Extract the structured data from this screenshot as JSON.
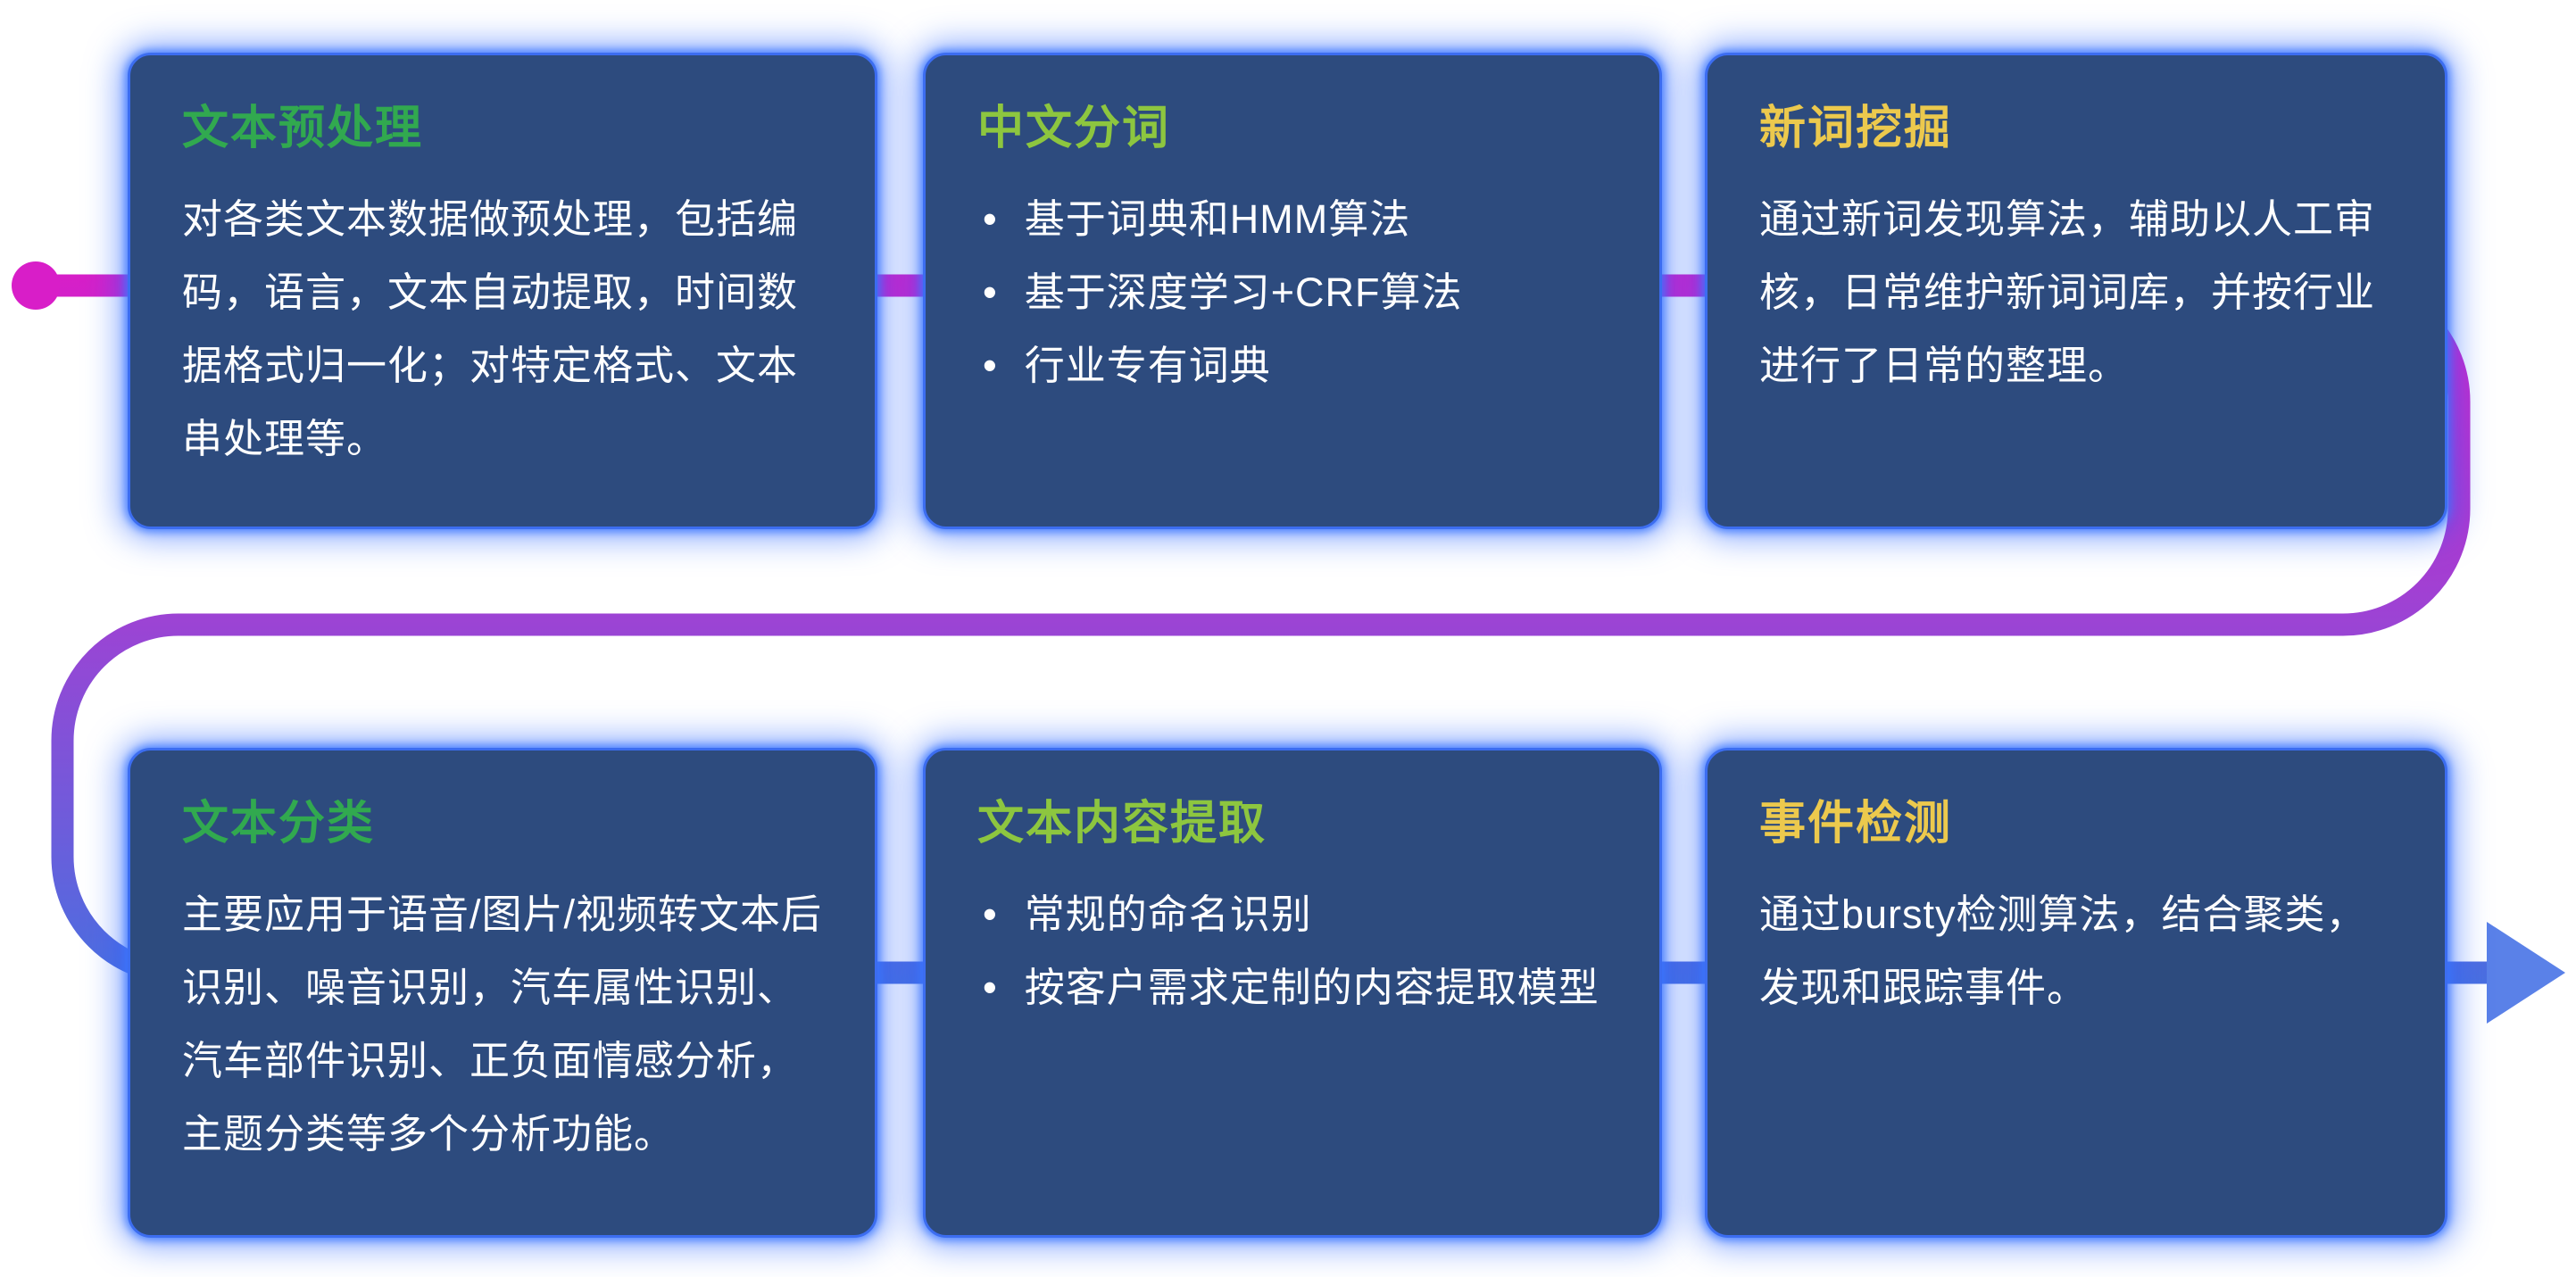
{
  "theme": {
    "page_bg": "#ffffff",
    "card_bg": "#2d4b7e",
    "card_border": "#3c6df0",
    "card_glow": "#2a65ff",
    "body_text": "#ffffff"
  },
  "ui": {
    "bullet": "•"
  },
  "flow": {
    "start_dot_color": "#d81ec8",
    "arrow_color": "#5a81e8",
    "gradient_colors": [
      "#d81ec8",
      "#9b44d4",
      "#4a6fe0"
    ]
  },
  "cards": [
    {
      "title": "文本预处理",
      "title_color": "#31a94f",
      "body": "对各类文本数据做预处理，包括编码，语言，文本自动提取，时间数据格式归一化；对特定格式、文本串处理等。"
    },
    {
      "title": "中文分词",
      "title_color": "#8dc63f",
      "bullets": [
        "基于词典和HMM算法",
        "基于深度学习+CRF算法",
        "行业专有词典"
      ]
    },
    {
      "title": "新词挖掘",
      "title_color": "#ecc94d",
      "body": "通过新词发现算法，辅助以人工审核，日常维护新词词库，并按行业进行了日常的整理。"
    },
    {
      "title": "文本分类",
      "title_color": "#31a94f",
      "body": "主要应用于语音/图片/视频转文本后识别、噪音识别，汽车属性识别、汽车部件识别、正负面情感分析，主题分类等多个分析功能。"
    },
    {
      "title": "文本内容提取",
      "title_color": "#8dc63f",
      "bullets": [
        "常规的命名识别",
        "按客户需求定制的内容提取模型"
      ]
    },
    {
      "title": "事件检测",
      "title_color": "#ecc94d",
      "body": "通过bursty检测算法，结合聚类，发现和跟踪事件。"
    }
  ]
}
